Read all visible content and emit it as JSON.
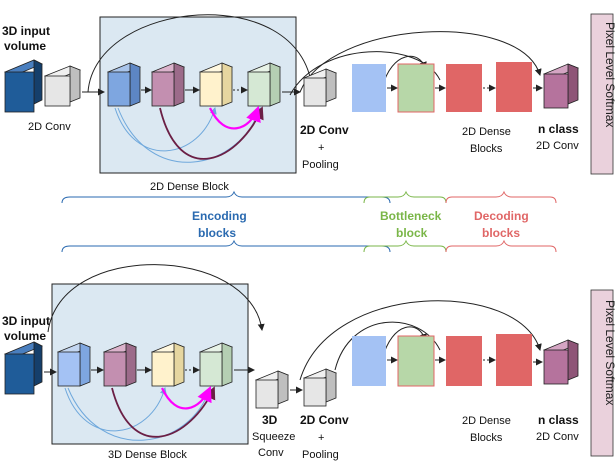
{
  "top": {
    "input_label_1": "3D input",
    "input_label_2": "volume",
    "conv_label": "2D Conv",
    "dense_block_label": "2D Dense Block",
    "conv_pool_1": "2D Conv",
    "conv_pool_2": "+",
    "conv_pool_3": "Pooling",
    "decoder_dense_1": "2D Dense",
    "decoder_dense_2": "Blocks",
    "nclass_1": "n class",
    "nclass_2": "2D Conv",
    "softmax": "Pixel Level Softmax"
  },
  "legend": {
    "encoding_1": "Encoding",
    "encoding_2": "blocks",
    "bottleneck_1": "Bottleneck",
    "bottleneck_2": "block",
    "decoding_1": "Decoding",
    "decoding_2": "blocks",
    "encoding_color": "#2a6ab0",
    "bottleneck_color": "#7ab648",
    "decoding_color": "#e06666"
  },
  "bottom": {
    "input_label_1": "3D input",
    "input_label_2": "volume",
    "squeeze_1": "3D",
    "squeeze_2": "Squeeze",
    "squeeze_3": "Conv",
    "conv_pool_1": "2D Conv",
    "conv_pool_2": "+",
    "conv_pool_3": "Pooling",
    "dense_block_label": "3D Dense Block",
    "decoder_dense_1": "2D Dense",
    "decoder_dense_2": "Blocks",
    "nclass_1": "n class",
    "nclass_2": "2D Conv",
    "softmax": "Pixel Level Softmax"
  },
  "colors": {
    "input_block": "#1f5c99",
    "gray_block": "#d9d9d9",
    "blue_block": "#7ea6e0",
    "pink_block": "#c38fb0",
    "yellow_block": "#fff2cc",
    "green_block": "#d5e8d4",
    "red_block": "#e06666",
    "purple_block": "#b5739d",
    "dense_area": "#dbe8f2",
    "bottleneck_fill": "#b7d7a8",
    "light_blue_fill": "#a4c2f4",
    "skip_pink": "#ff00ff",
    "skip_dark": "#6b1f45",
    "skip_blue": "#6fa8dc",
    "softmax_fill": "#ead1dc"
  }
}
